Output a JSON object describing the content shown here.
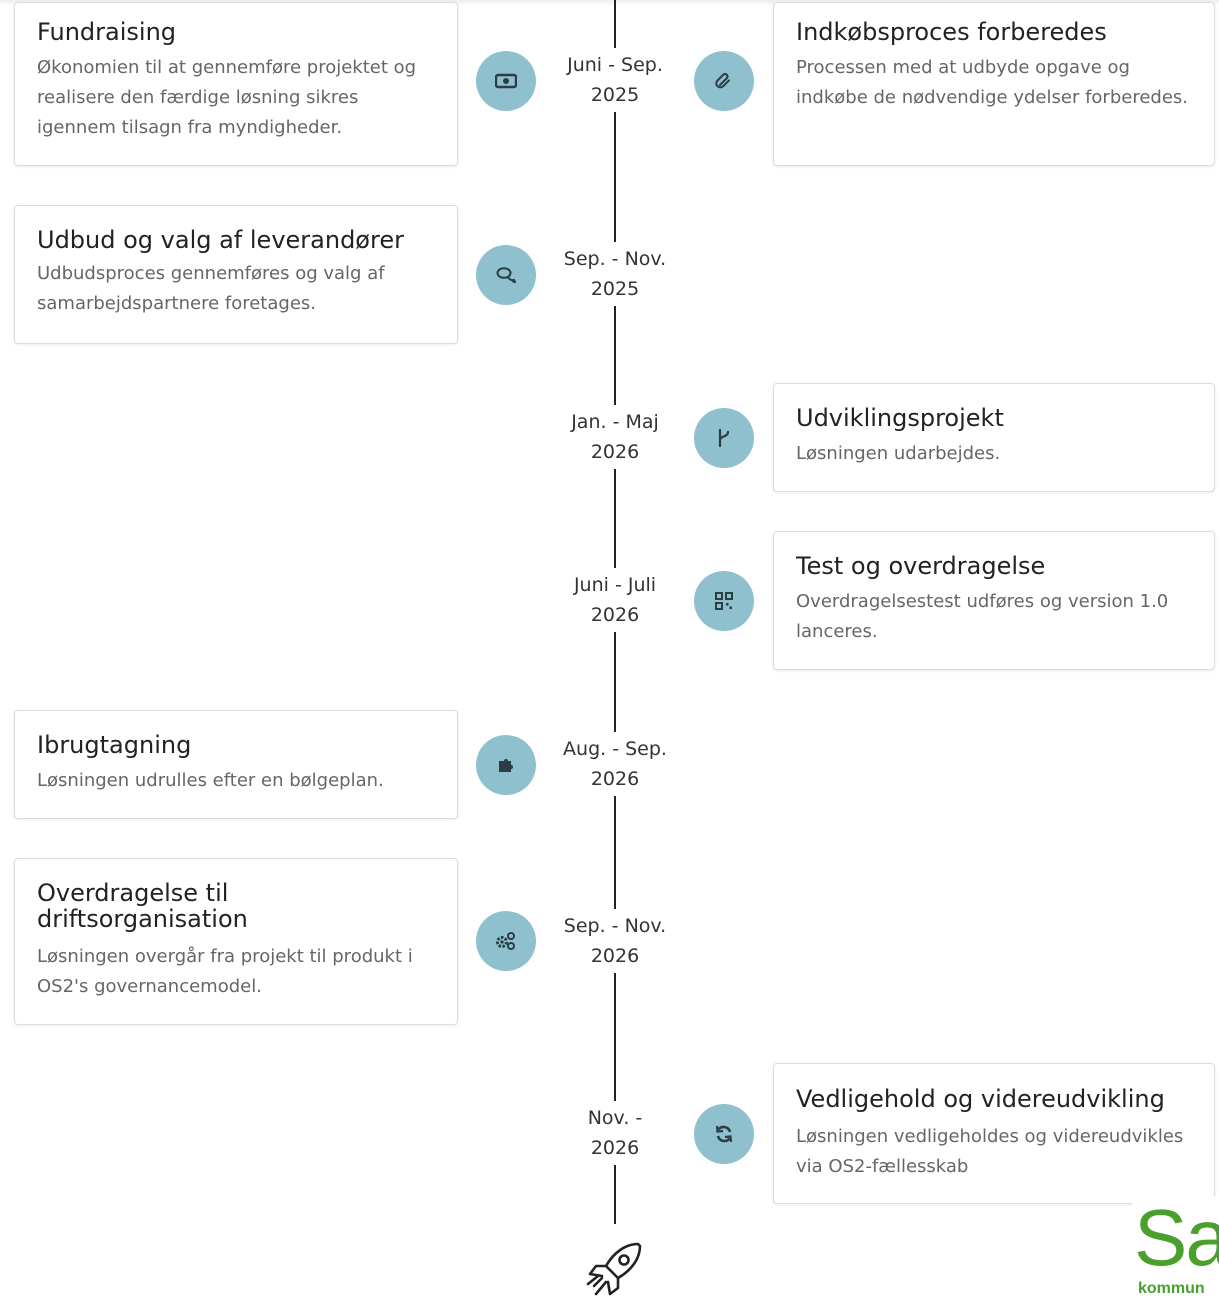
{
  "timeline": {
    "items": [
      {
        "side": "left",
        "title": "Fundraising",
        "description": "Økonomien til at gennemføre projektet og realisere den færdige løsning sikres igennem tilsagn fra myndigheder.",
        "date_line1": "Juni - Sep.",
        "date_line2": "2025",
        "icon": "money-icon"
      },
      {
        "side": "right",
        "title": "Indkøbsproces forberedes",
        "description": "Processen med at udbyde opgave og indkøbe de nødvendige ydelser forberedes.",
        "icon": "paperclip-icon"
      },
      {
        "side": "left",
        "title": "Udbud og valg af leverandører",
        "description": "Udbudsproces gennemføres og valg af samarbejdspartnere foretages.",
        "date_line1": "Sep. - Nov.",
        "date_line2": "2025",
        "icon": "chat-bubbles-icon"
      },
      {
        "side": "right",
        "title": "Udviklingsprojekt",
        "description": "Løsningen udarbejdes.",
        "date_line1": "Jan. - Maj",
        "date_line2": "2026",
        "icon": "branch-icon"
      },
      {
        "side": "right",
        "title": "Test og overdragelse",
        "description": "Overdragelsestest udføres og version 1.0 lanceres.",
        "date_line1": "Juni - Juli",
        "date_line2": "2026",
        "icon": "qr-code-icon"
      },
      {
        "side": "left",
        "title": "Ibrugtagning",
        "description": "Løsningen udrulles efter en bølgeplan.",
        "date_line1": "Aug. - Sep.",
        "date_line2": "2026",
        "icon": "puzzle-icon"
      },
      {
        "side": "left",
        "title": "Overdragelse til driftsorganisation",
        "description": "Løsningen overgår fra projekt til produkt i OS2's governancemodel.",
        "date_line1": "Sep. - Nov.",
        "date_line2": "2026",
        "icon": "gears-icon"
      },
      {
        "side": "right",
        "title": "Vedligehold og videreudvikling",
        "description": "Løsningen vedligeholdes og videreudvikles via OS2-fællesskab",
        "date_line1": "Nov. -",
        "date_line2": "2026",
        "icon": "refresh-icon"
      }
    ],
    "end_icon": "rocket-icon"
  },
  "logo": {
    "main_text": "Sa",
    "sub_text": "kommun",
    "color": "#4aa02c"
  },
  "colors": {
    "icon_circle": "#8fc0cd",
    "line": "#222222",
    "card_border": "#dcdcdc"
  }
}
